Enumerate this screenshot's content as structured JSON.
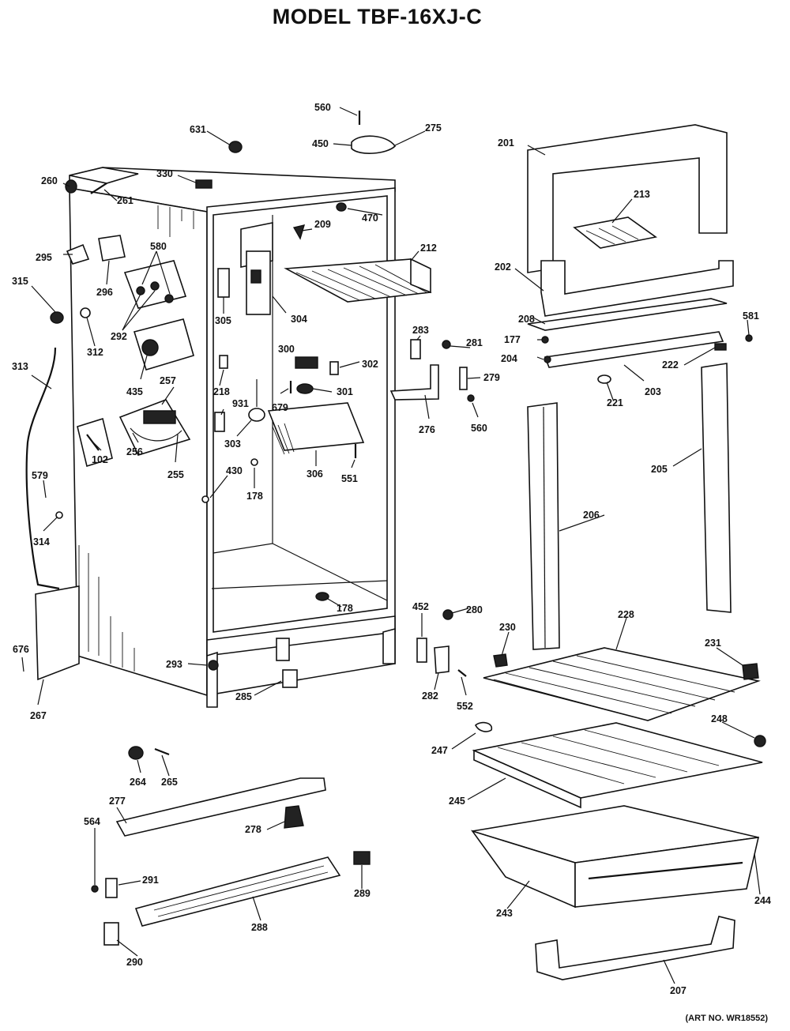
{
  "title": "MODEL TBF-16XJ-C",
  "art_number": "(ART NO. WR18552)",
  "parts": {
    "p560a": "560",
    "p631": "631",
    "p450": "450",
    "p275": "275",
    "p330": "330",
    "p260": "260",
    "p261": "261",
    "p470": "470",
    "p209": "209",
    "p580": "580",
    "p212": "212",
    "p295": "295",
    "p296": "296",
    "p315": "315",
    "p292": "292",
    "p305": "305",
    "p304": "304",
    "p312": "312",
    "p283": "283",
    "p281": "281",
    "p300": "300",
    "p302": "302",
    "p313": "313",
    "p435": "435",
    "p218": "218",
    "p301": "301",
    "p279": "279",
    "p257": "257",
    "p679": "679",
    "p931": "931",
    "p276": "276",
    "p560b": "560",
    "p303": "303",
    "p102": "102",
    "p256": "256",
    "p255": "255",
    "p306": "306",
    "p551": "551",
    "p430": "430",
    "p178a": "178",
    "p579": "579",
    "p314": "314",
    "p178b": "178",
    "p452": "452",
    "p280": "280",
    "p676": "676",
    "p293": "293",
    "p282": "282",
    "p552": "552",
    "p285": "285",
    "p267": "267",
    "p201": "201",
    "p213": "213",
    "p202": "202",
    "p208": "208",
    "p581": "581",
    "p177": "177",
    "p204": "204",
    "p222": "222",
    "p221": "221",
    "p203": "203",
    "p205": "205",
    "p206": "206",
    "p228": "228",
    "p230": "230",
    "p231": "231",
    "p248": "248",
    "p247": "247",
    "p245": "245",
    "p264": "264",
    "p265": "265",
    "p277": "277",
    "p564": "564",
    "p278": "278",
    "p291": "291",
    "p289": "289",
    "p288": "288",
    "p290": "290",
    "p243": "243",
    "p244": "244",
    "p207": "207"
  }
}
